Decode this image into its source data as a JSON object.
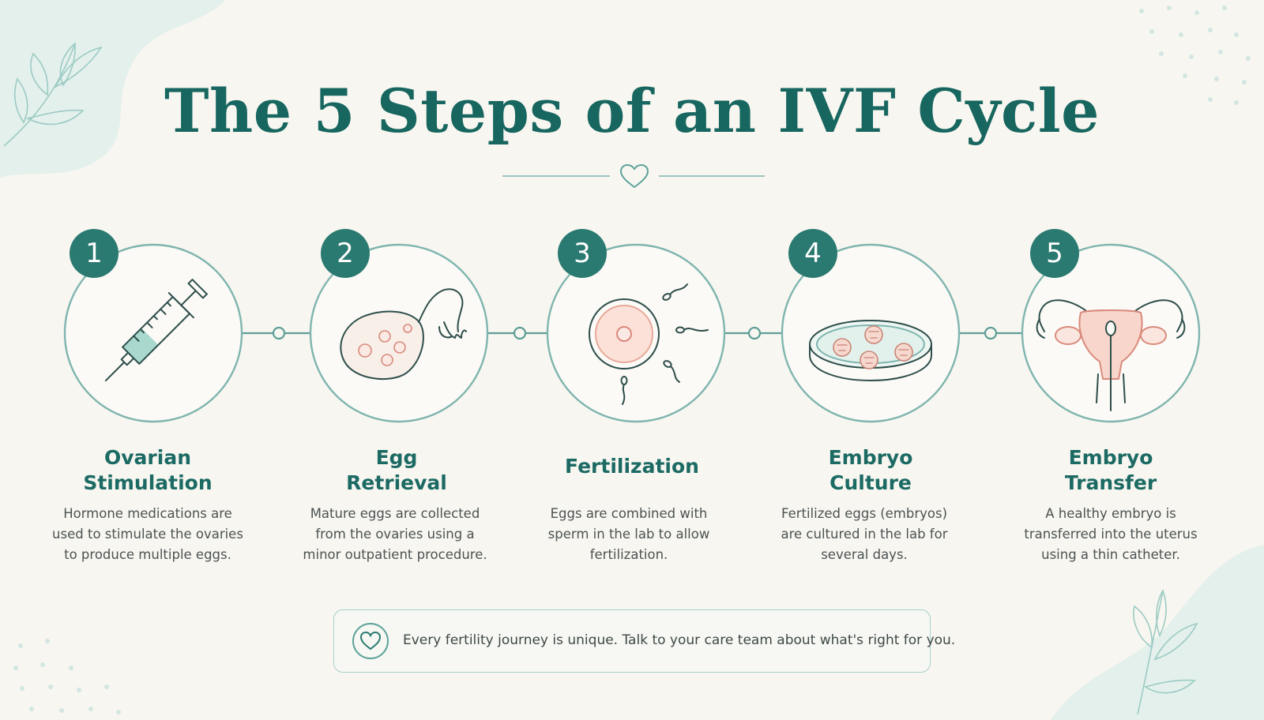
{
  "title": "The 5 Steps of an IVF Cycle",
  "steps": [
    {
      "number": "1",
      "title_line1": "Ovarian",
      "title_line2": "Stimulation",
      "desc_line1": "Hormone medications are",
      "desc_line2": "used to stimulate the ovaries",
      "desc_line3": "to produce multiple eggs.",
      "icon": "syringe-icon"
    },
    {
      "number": "2",
      "title_line1": "Egg",
      "title_line2": "Retrieval",
      "desc_line1": "Mature eggs are collected",
      "desc_line2": "from the ovaries using a",
      "desc_line3": "minor outpatient procedure.",
      "icon": "ovary-icon"
    },
    {
      "number": "3",
      "title_line1": "Fertilization",
      "title_line2": "",
      "desc_line1": "Eggs are combined with",
      "desc_line2": "sperm in the lab to allow",
      "desc_line3": "fertilization.",
      "icon": "egg-sperm-icon"
    },
    {
      "number": "4",
      "title_line1": "Embryo",
      "title_line2": "Culture",
      "desc_line1": "Fertilized eggs (embryos)",
      "desc_line2": "are cultured in the lab for",
      "desc_line3": "several days.",
      "icon": "petri-dish-icon"
    },
    {
      "number": "5",
      "title_line1": "Embryo",
      "title_line2": "Transfer",
      "desc_line1": "A healthy embryo is",
      "desc_line2": "transferred into the uterus",
      "desc_line3": "using a thin catheter.",
      "icon": "uterus-icon"
    }
  ],
  "note": {
    "text": "Every fertility journey is unique. Talk to your care team about what's right for you.",
    "icon": "heart-icon"
  },
  "colors": {
    "primary": "#1b6a63",
    "badge": "#2a7a71",
    "ring": "#7fb5ae",
    "background": "#f8f6f1",
    "accent_pink": "#e9a99a"
  }
}
